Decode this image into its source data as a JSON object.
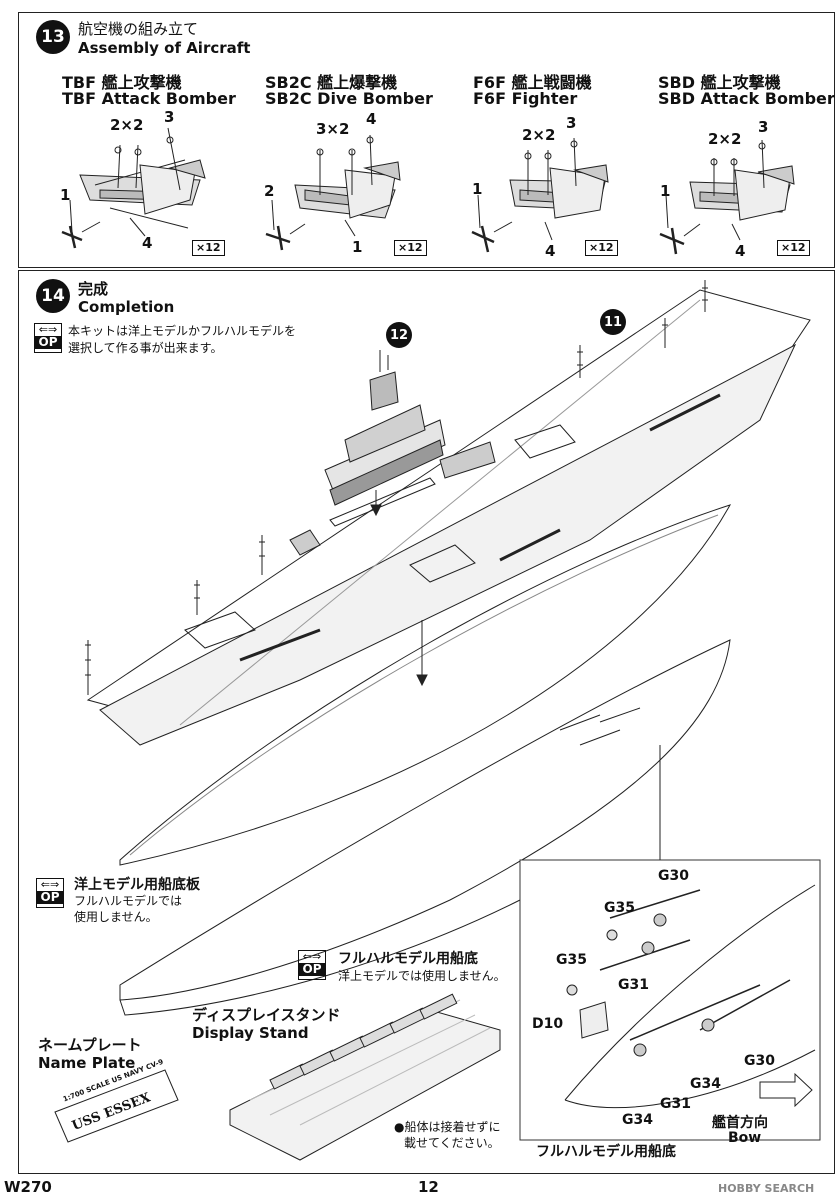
{
  "step13": {
    "number": "13",
    "title_jp": "航空機の組み立て",
    "title_en": "Assembly of Aircraft",
    "aircraft": [
      {
        "name_jp": "TBF 艦上攻撃機",
        "name_en": "TBF Attack Bomber",
        "callouts": [
          "2×2",
          "3",
          "1",
          "4"
        ],
        "qty": "×12"
      },
      {
        "name_jp": "SB2C 艦上爆撃機",
        "name_en": "SB2C Dive Bomber",
        "callouts": [
          "3×2",
          "4",
          "2",
          "1"
        ],
        "qty": "×12"
      },
      {
        "name_jp": "F6F 艦上戦闘機",
        "name_en": "F6F Fighter",
        "callouts": [
          "2×2",
          "3",
          "1",
          "4"
        ],
        "qty": "×12"
      },
      {
        "name_jp": "SBD 艦上攻撃機",
        "name_en": "SBD Attack Bomber",
        "callouts": [
          "2×2",
          "3",
          "1",
          "4"
        ],
        "qty": "×12"
      }
    ]
  },
  "step14": {
    "number": "14",
    "title_jp": "完成",
    "title_en": "Completion",
    "op_symbol": "⇐⇒",
    "op_label": "OP",
    "note_jp_1": "本キットは洋上モデルかフルハルモデルを",
    "note_jp_2": "選択して作る事が出来ます。",
    "ref_12": "12",
    "ref_11": "11",
    "waterline": {
      "title_jp": "洋上モデル用船底板",
      "note_1": "フルハルモデルでは",
      "note_2": "使用しません。"
    },
    "fullhull": {
      "title_jp": "フルハルモデル用船底",
      "note": "洋上モデルでは使用しません。"
    },
    "stand": {
      "title_jp": "ディスプレイスタンド",
      "title_en": "Display Stand"
    },
    "nameplate": {
      "title_jp": "ネームプレート",
      "title_en": "Name Plate",
      "text_1": "1:700 SCALE US NAVY CV-9",
      "text_2": "USS ESSEX"
    },
    "stand_note_1": "●船体は接着せずに",
    "stand_note_2": "載せてください。",
    "detail_labels": {
      "g30_top": "G30",
      "g35_top": "G35",
      "g35_mid": "G35",
      "g31_mid": "G31",
      "d10": "D10",
      "g34_right": "G34",
      "g31_bottom": "G31",
      "g34_bottom": "G34",
      "g30_right": "G30",
      "bow_jp": "艦首方向",
      "bow_en": "Bow",
      "fullhull_bottom": "フルハルモデル用船底"
    }
  },
  "footer": {
    "code": "W270",
    "page": "12",
    "watermark": "HOBBY SEARCH"
  }
}
